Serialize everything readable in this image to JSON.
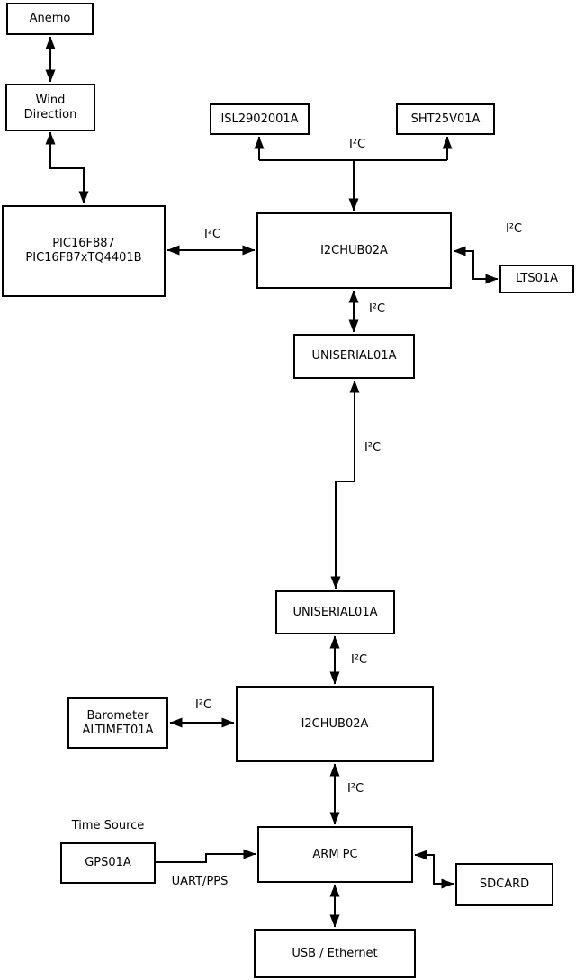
{
  "diagram": {
    "background_color": "#ffffff",
    "line_color": "#000000",
    "node_fill_color": "#ffffff",
    "text_color": "#000000",
    "nodes": {
      "anemo": {
        "lines": [
          "Anemo"
        ]
      },
      "wind_direction": {
        "lines": [
          "Wind",
          "Direction"
        ]
      },
      "pic": {
        "lines": [
          "PIC16F887",
          "PIC16F87xTQ4401B"
        ]
      },
      "isl": {
        "lines": [
          "ISL2902001A"
        ]
      },
      "sht": {
        "lines": [
          "SHT25V01A"
        ]
      },
      "i2c_hub_1": {
        "lines": [
          "I2CHUB02A"
        ]
      },
      "lts": {
        "lines": [
          "LTS01A"
        ]
      },
      "uniserial_1": {
        "lines": [
          "UNISERIAL01A"
        ]
      },
      "uniserial_2": {
        "lines": [
          "UNISERIAL01A"
        ]
      },
      "i2c_hub_2": {
        "lines": [
          "I2CHUB02A"
        ]
      },
      "barometer": {
        "lines": [
          "Barometer",
          "ALTIMET01A"
        ]
      },
      "gps": {
        "lines": [
          "GPS01A"
        ]
      },
      "arm_pc": {
        "lines": [
          "ARM PC"
        ]
      },
      "sdcard": {
        "lines": [
          "SDCARD"
        ]
      },
      "usb_ethernet": {
        "lines": [
          "USB / Ethernet"
        ]
      }
    },
    "edge_labels": {
      "i2c": "I²C",
      "uart_pps": "UART/PPS"
    },
    "captions": {
      "time_source": "Time Source"
    }
  }
}
